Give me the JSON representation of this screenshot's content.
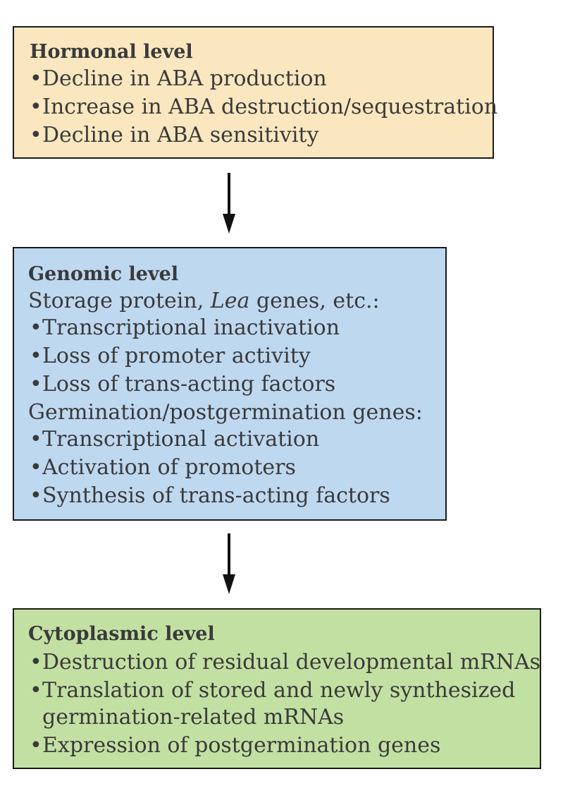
{
  "hormonal": {
    "title": "Hormonal level",
    "bullet": "•",
    "items": [
      "Decline in ABA production",
      "Increase in ABA destruction/sequestration",
      "Decline in ABA sensitivity"
    ]
  },
  "genomic": {
    "title": "Genomic level",
    "group1_prefix": "Storage protein, ",
    "group1_italic": "Lea",
    "group1_suffix": " genes, etc.:",
    "group1_items": [
      "Transcriptional inactivation",
      "Loss of promoter activity",
      "Loss of trans-acting factors"
    ],
    "group2_heading": "Germination/postgermination genes:",
    "group2_items": [
      "Transcriptional activation",
      "Activation of promoters",
      "Synthesis of trans-acting factors"
    ]
  },
  "cytoplasmic": {
    "title": "Cytoplasmic level",
    "items": [
      "Destruction of residual developmental mRNAs",
      "Translation of stored and newly synthesized",
      "germination-related mRNAs",
      "Expression of postgermination genes"
    ]
  },
  "colors": {
    "hormonal_fill": "#fbe7bf",
    "genomic_fill": "#bed8f0",
    "cytoplasmic_fill": "#c3e0a3",
    "border": "#1a1a1a",
    "text": "#3a3a3a"
  }
}
